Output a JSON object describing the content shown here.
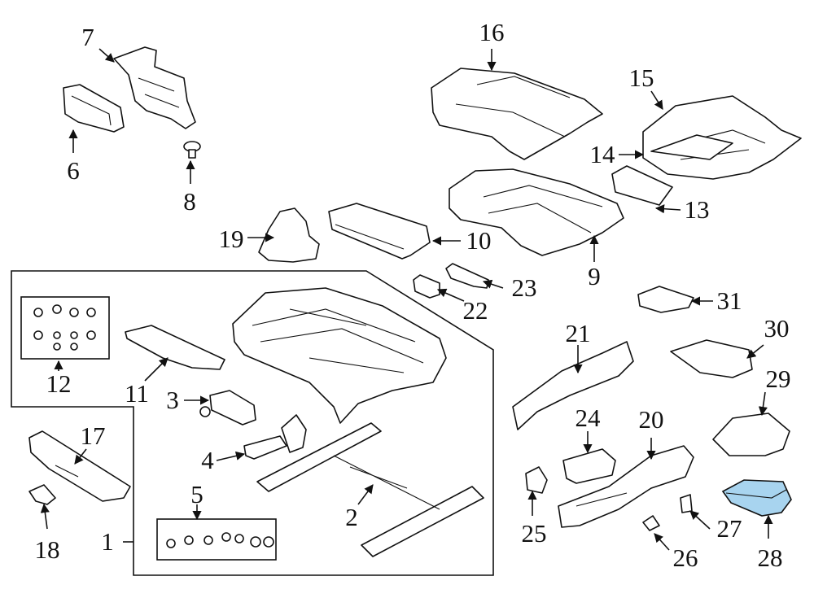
{
  "diagram": {
    "labels": {
      "1": "1",
      "2": "2",
      "3": "3",
      "4": "4",
      "5": "5",
      "6": "6",
      "7": "7",
      "8": "8",
      "9": "9",
      "10": "10",
      "11": "11",
      "12": "12",
      "13": "13",
      "14": "14",
      "15": "15",
      "16": "16",
      "17": "17",
      "18": "18",
      "19": "19",
      "20": "20",
      "21": "21",
      "22": "22",
      "23": "23",
      "24": "24",
      "25": "25",
      "26": "26",
      "27": "27",
      "28": "28",
      "29": "29",
      "30": "30",
      "31": "31"
    },
    "highlighted_part": "28",
    "colors": {
      "line": "#111111",
      "highlight": "#a8d4ef",
      "background": "#ffffff"
    }
  }
}
